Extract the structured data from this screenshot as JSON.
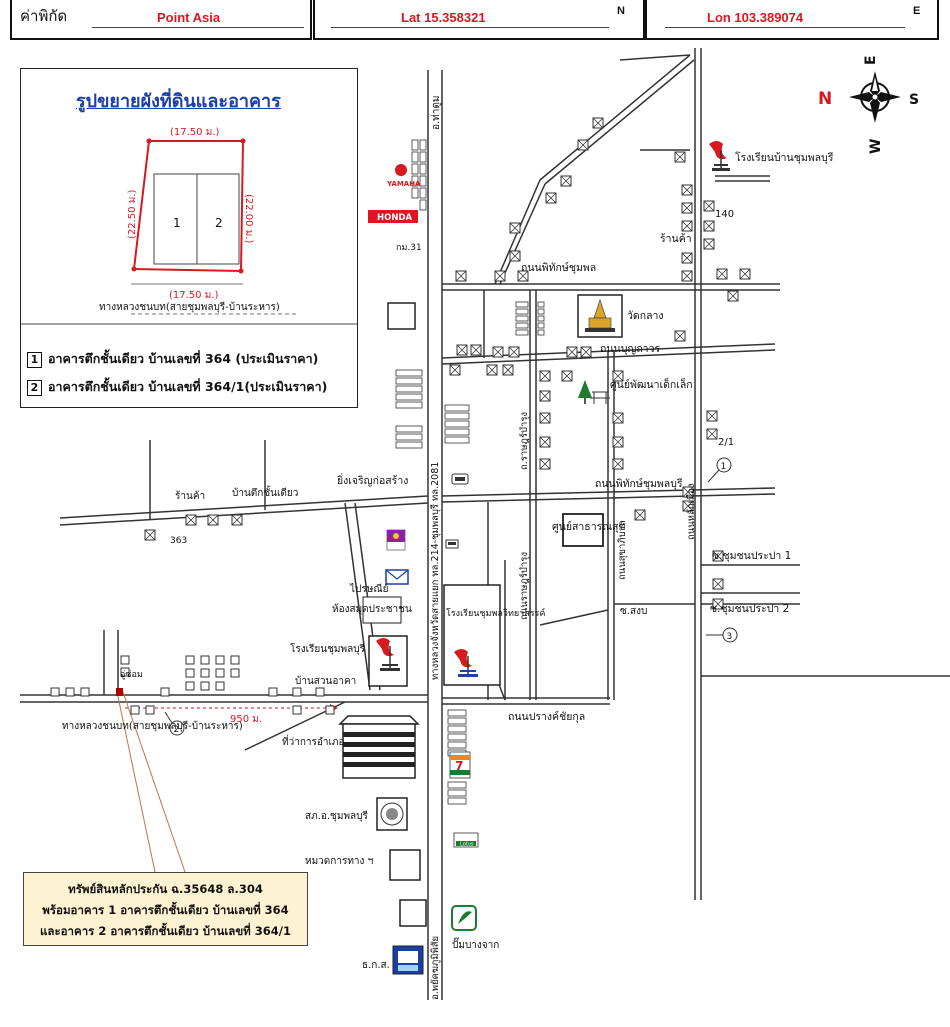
{
  "header": {
    "coord_label": "ค่าพิกัด",
    "place_name": "Point Asia",
    "lat": "Lat 15.358321",
    "lat_dir": "N",
    "lon": "Lon 103.389074",
    "lon_dir": "E"
  },
  "compass": {
    "n": "N",
    "s": "S",
    "e": "E",
    "w": "W"
  },
  "inset": {
    "title": "รูปขยายผังที่ดินและอาคาร",
    "top_dim": "(17.50 ม.)",
    "bottom_dim": "(17.50 ม.)",
    "left_dim": "(22.50 ม.)",
    "right_dim": "(22.00 ม.)",
    "bldg1": "1",
    "bldg2": "2",
    "road": "ทางหลวงชนบท(สายชุมพลบุรี-บ้านระหาร)",
    "legend": [
      {
        "num": "1",
        "text": "อาคารตึกชั้นเดียว บ้านเลขที่ 364 (ประเมินราคา)"
      },
      {
        "num": "2",
        "text": "อาคารตึกชั้นเดียว บ้านเลขที่ 364/1(ประเมินราคา)"
      }
    ]
  },
  "labels": {
    "to_tha_tum": "อ.ท่าตูม",
    "yamaha": "YAMAHA",
    "honda": "HONDA",
    "km31": "กม.31",
    "road_phithak": "ถนนพิทักษ์ชุมพล",
    "road_bunyakan": "ถนนบุญถาวร",
    "road_phithak2": "ถนนพิทักษ์ชุมพลบุรี",
    "road_prang": "ถนนปรางค์ชัยกุล",
    "road_ratsadon": "ถ.ราษฎร์บำรุง",
    "road_ratsadon2": "ถนนราษฎร์บำรุง",
    "road_sukhumvit": "ถนนสุขาภิบาล",
    "road_sathan": "ถนนหลักเมือง",
    "highway": "ทางหลวงจังหวัดสายแยก ทล.214-ชุมพลบุรี ทล.2081",
    "to_phon": "อ.พยัคฆภูมิพิสัย",
    "school_chumphon": "โรงเรียนบ้านชุมพลบุรี",
    "num140": "140",
    "shop": "ร้านค้า",
    "wat": "วัดกลาง",
    "child_center": "ศูนย์พัฒนาเด็กเล็ก",
    "num21": "2/1",
    "hardware": "ยิ่งเจริญก่อสร้าง",
    "shop2": "ร้านค้า",
    "house": "บ้านตึกชั้นเดียว",
    "num363": "363",
    "health_center": "ศูนย์สาธารณสุข",
    "soi1": "ซ.ชุมชนประปา 1",
    "soi_sangob": "ซ.สงบ",
    "soi2": "ซ.ชุมชนประปา 2",
    "post": "ไปรษณีย์",
    "library": "ห้องสมุดประชาชน",
    "school_chumphonburi": "โรงเรียนชุมพลบุรี",
    "school_withaya": "โรงเรียนชุมพลวิทยาสรรค์",
    "garden_house": "บ้านสวนอาคา",
    "repair": "อู่ซ่อม",
    "dist950": "950 ม.",
    "rural_road": "ทางหลวงชนบท(สายชุมพลบุรี-บ้านระหาร)",
    "district_office": "ที่ว่าการอำเภอ",
    "police": "สภ.อ.ชุมพลบุรี",
    "highway_dept": "หมวดการทาง ฯ",
    "bank": "ธ.ก.ส.",
    "gas": "ปั๊มบางจาก",
    "lotus": "Lotus",
    "seven": "7",
    "marker1": "1",
    "marker2": "2",
    "marker3": "3"
  },
  "callout": {
    "line1": "ทรัพย์สินหลักประกัน ฉ.35648 ล.304",
    "line2": "พร้อมอาคาร 1 อาคารตึกชั้นเดียว บ้านเลขที่ 364",
    "line3": "และอาคาร 2 อาคารตึกชั้นเดียว บ้านเลขที่ 364/1"
  },
  "colors": {
    "accent": "#d71920",
    "title_blue": "#1b3fa6",
    "callout_bg": "#fdf3d3",
    "road": "#333333"
  }
}
